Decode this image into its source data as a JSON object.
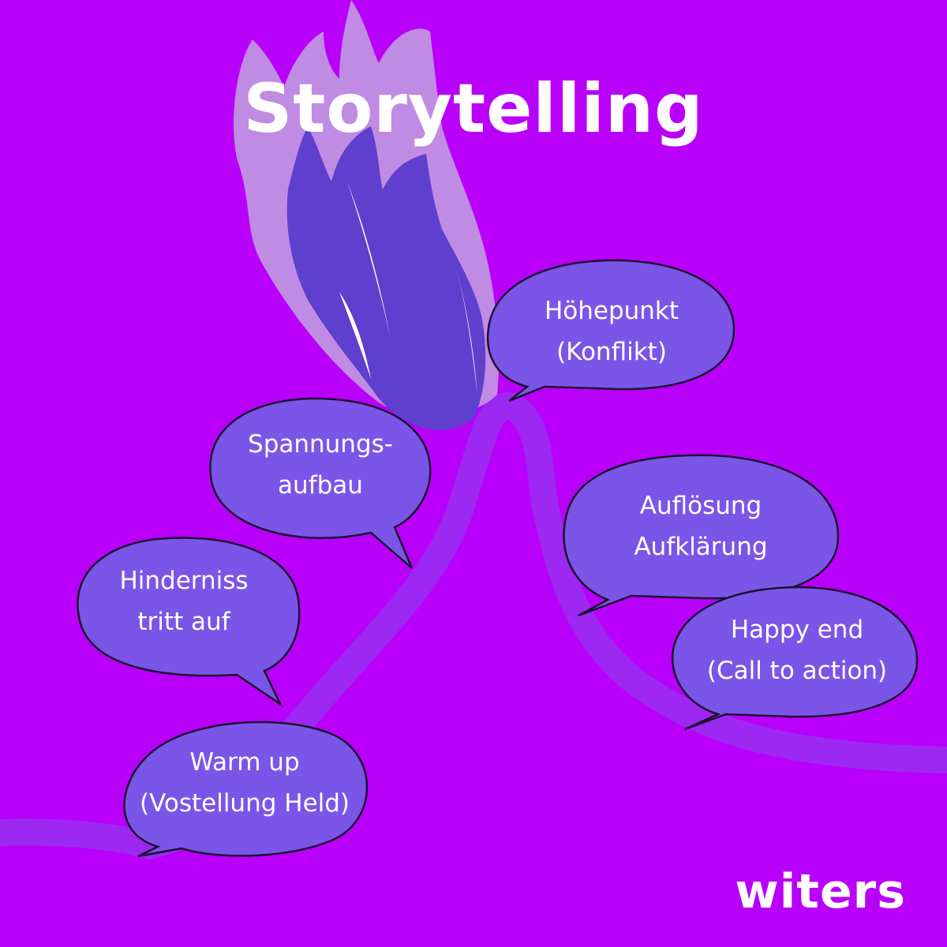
{
  "title": "Storytelling",
  "brand": "witers",
  "colors": {
    "background": "#b900fb",
    "path": "#9a2cf0",
    "bubble_fill": "#7b55e8",
    "flame_outer": "#c08be3",
    "flame_inner": "#5f3fce"
  },
  "stages": [
    {
      "line1": "Warm up",
      "line2": "(Vostellung Held)"
    },
    {
      "line1": "Hinderniss",
      "line2": "tritt auf"
    },
    {
      "line1": "Spannungs-",
      "line2": "aufbau"
    },
    {
      "line1": "Höhepunkt",
      "line2": "(Konflikt)"
    },
    {
      "line1": "Auflösung",
      "line2": "Aufklärung"
    },
    {
      "line1": "Happy end",
      "line2": "(Call to action)"
    }
  ]
}
